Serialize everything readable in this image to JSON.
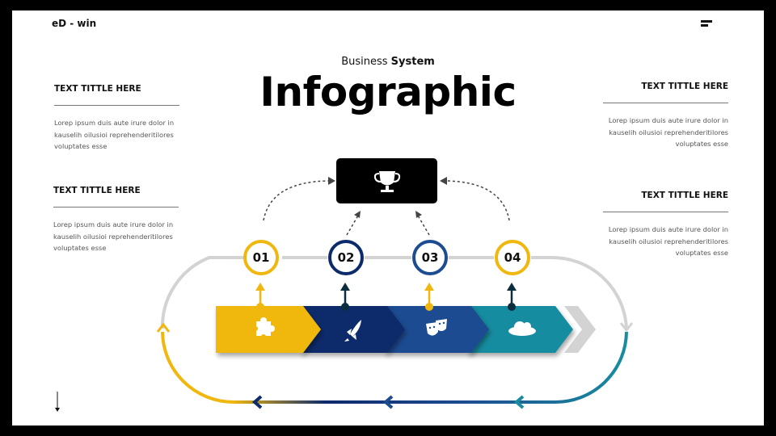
{
  "brand": "eD - win",
  "header": {
    "subtitle_prefix": "Business",
    "subtitle_bold": "System",
    "title": "Infographic"
  },
  "blocks": [
    {
      "heading": "TEXT TITTLE HERE",
      "body": [
        "Lorep  ipsum duis aute irure dolor in",
        "kauselih oilusioi reprehenderitilores",
        "voluptates esse"
      ]
    },
    {
      "heading": "TEXT TITTLE HERE",
      "body": [
        "Lorep  ipsum duis aute irure dolor in",
        "kauselih oilusioi reprehenderitilores",
        "voluptates esse"
      ]
    },
    {
      "heading": "TEXT TITTLE HERE",
      "body": [
        "Lorep  ipsum duis aute irure dolor in",
        "kauselih oilusioi reprehenderitilores",
        "voluptates esse"
      ]
    },
    {
      "heading": "TEXT TITTLE HERE",
      "body": [
        "Lorep  ipsum duis aute irure dolor in",
        "kauselih oilusioi reprehenderitilores",
        "voluptates esse"
      ]
    }
  ],
  "goal_icon": "trophy-icon",
  "steps": [
    {
      "number": "01",
      "color": "#F0B70F",
      "icon": "puzzle-icon"
    },
    {
      "number": "02",
      "color": "#0D2A6B",
      "icon": "rocket-icon"
    },
    {
      "number": "03",
      "color": "#1D4C91",
      "icon": "theater-masks-icon"
    },
    {
      "number": "04",
      "color": "#198CA0",
      "icon": "cloud-icon"
    }
  ],
  "colors": {
    "yellow": "#F0B70F",
    "navy": "#0D2A6B",
    "blue": "#1D4C91",
    "teal": "#198CA0",
    "grey": "#D3D3D3",
    "dark": "#0A2E3E"
  }
}
